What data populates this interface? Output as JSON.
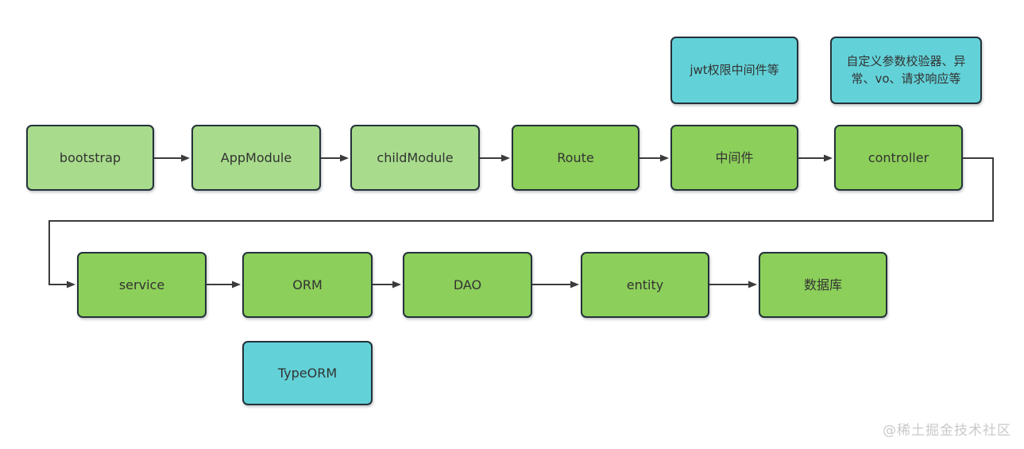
{
  "diagram": {
    "type": "flowchart",
    "nodes": {
      "jwt_note": {
        "label": "jwt权限中间件等",
        "style": "cyan"
      },
      "custom_note": {
        "label": "自定义参数校验器、异常、vo、请求响应等",
        "style": "cyan"
      },
      "bootstrap": {
        "label": "bootstrap",
        "style": "light-green"
      },
      "app_module": {
        "label": "AppModule",
        "style": "light-green"
      },
      "child_module": {
        "label": "childModule",
        "style": "light-green"
      },
      "route": {
        "label": "Route",
        "style": "green"
      },
      "middleware": {
        "label": "中间件",
        "style": "green"
      },
      "controller": {
        "label": "controller",
        "style": "green"
      },
      "service": {
        "label": "service",
        "style": "green"
      },
      "orm": {
        "label": "ORM",
        "style": "green"
      },
      "dao": {
        "label": "DAO",
        "style": "green"
      },
      "entity": {
        "label": "entity",
        "style": "green"
      },
      "database": {
        "label": "数据库",
        "style": "green"
      },
      "typeorm_note": {
        "label": "TypeORM",
        "style": "cyan"
      }
    },
    "edges": [
      {
        "from": "bootstrap",
        "to": "app_module"
      },
      {
        "from": "app_module",
        "to": "child_module"
      },
      {
        "from": "child_module",
        "to": "route"
      },
      {
        "from": "route",
        "to": "middleware"
      },
      {
        "from": "middleware",
        "to": "controller"
      },
      {
        "from": "controller",
        "to": "service"
      },
      {
        "from": "service",
        "to": "orm"
      },
      {
        "from": "orm",
        "to": "dao"
      },
      {
        "from": "dao",
        "to": "entity"
      },
      {
        "from": "entity",
        "to": "database"
      }
    ]
  },
  "colors": {
    "light_green": "#a8dc8c",
    "green": "#8ccf5a",
    "cyan": "#62d2d8",
    "node_border": "#24323a",
    "connector_line": "#3c3c3c",
    "label_text": "#333333",
    "watermark_text": "#c9c9c9",
    "background": "#ffffff"
  },
  "watermark": {
    "text": "@稀土掘金技术社区"
  }
}
